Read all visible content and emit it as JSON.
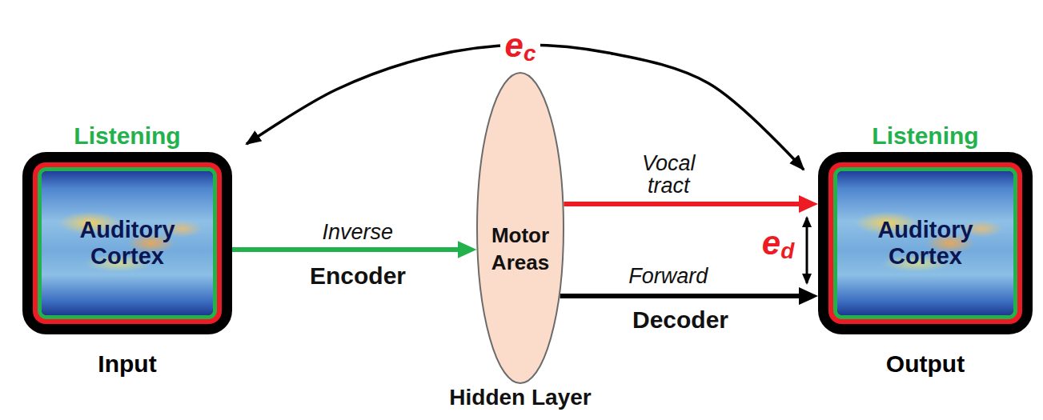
{
  "diagram": {
    "nodes": [
      {
        "text": [
          "Listening",
          "Auditory Cortex",
          "Input"
        ]
      },
      {
        "text": [
          "Motor Areas",
          "Hidden Layer"
        ]
      },
      {
        "text": [
          "Listening",
          "Auditory Cortex",
          "Output"
        ]
      }
    ],
    "edges": [
      {
        "from": 0,
        "to": 1,
        "arrow": "to",
        "label": "Inverse"
      },
      {
        "from": 1,
        "to": 2,
        "arrow": "to",
        "label": "Vocal tract"
      },
      {
        "from": 1,
        "to": 2,
        "arrow": "to",
        "label": "Forward"
      },
      {
        "from": 0,
        "to": 2,
        "arrow": "both",
        "label": "ec"
      }
    ],
    "labels": [
      "Encoder",
      "Decoder",
      "ed"
    ]
  }
}
